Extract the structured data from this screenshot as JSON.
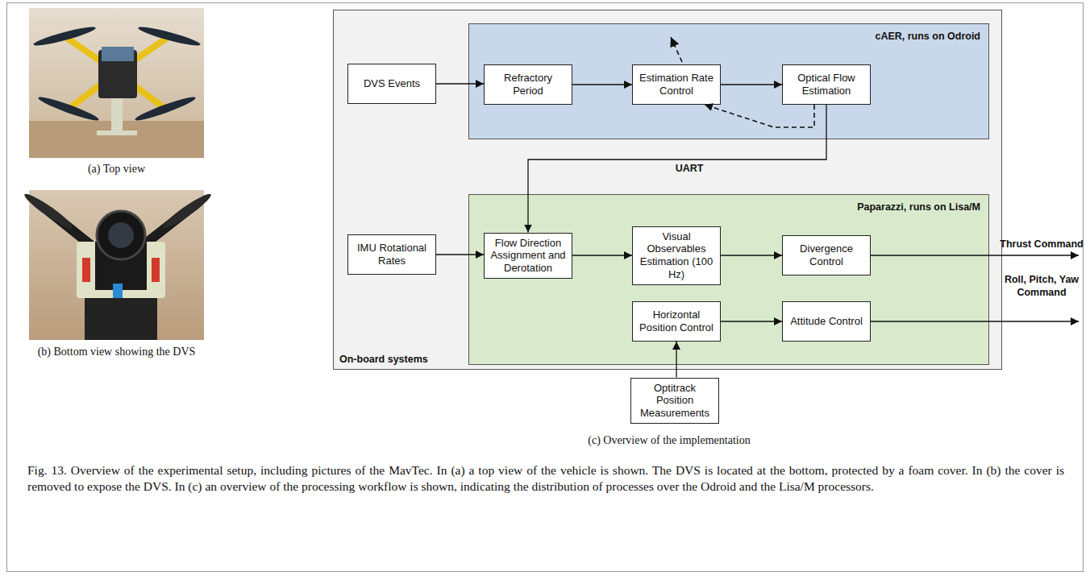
{
  "diagram": {
    "caption": "Fig. 13. Overview of the experimental setup, including pictures of the MavTec. In (a) a top view of the vehicle is shown. The DVS is located at the bottom, protected by a foam cover. In (b) the cover is removed to expose the DVS. In (c) an overview of the processing workflow is shown, indicating the distribution of processes over the Odroid and the Lisa/M processors.",
    "nodes": [
      {
        "text": [
          "On-board systems"
        ]
      },
      {
        "text": [
          "cAER, runs on Odroid"
        ],
        "in": 0
      },
      {
        "text": [
          "DVS Events"
        ],
        "in": 0
      },
      {
        "text": [
          "Refractory Period"
        ],
        "in": 1
      },
      {
        "text": [
          "Estimation Rate Control"
        ],
        "in": 1
      },
      {
        "text": [
          "Optical Flow Estimation"
        ],
        "in": 1
      },
      {
        "text": [
          "Paparazzi, runs on Lisa/M"
        ],
        "in": 0
      },
      {
        "text": [
          "IMU Rotational Rates"
        ],
        "in": 0
      },
      {
        "text": [
          "Flow Direction Assignment and Derotation"
        ],
        "in": 6
      },
      {
        "text": [
          "Visual Observables Estimation (100 Hz)"
        ],
        "in": 6
      },
      {
        "text": [
          "Divergence Control"
        ],
        "in": 6
      },
      {
        "text": [
          "Horizontal Position Control"
        ],
        "in": 6
      },
      {
        "text": [
          "Attitude Control"
        ],
        "in": 6
      },
      {
        "text": [
          "Optitrack Position Measurements"
        ]
      }
    ],
    "edges": [
      {
        "from": 2,
        "to": 3,
        "arrow": "to"
      },
      {
        "from": 3,
        "to": 4,
        "arrow": "to"
      },
      {
        "from": 4,
        "to": 5,
        "arrow": "to"
      },
      {
        "from": 5,
        "to": 8,
        "label": "UART",
        "arrow": "to"
      },
      {
        "from": 5,
        "to": 4,
        "arrow": "to"
      },
      {
        "from": 7,
        "to": 8,
        "arrow": "to"
      },
      {
        "from": 8,
        "to": 9,
        "arrow": "to"
      },
      {
        "from": 9,
        "to": 10,
        "arrow": "to"
      },
      {
        "from": 13,
        "to": 11,
        "arrow": "to"
      },
      {
        "from": 11,
        "to": 12,
        "arrow": "to"
      }
    ],
    "labels": [
      "(a) Top view",
      "(b) Bottom view showing the DVS",
      "(c) Overview of the implementation",
      "Thrust Command",
      "Roll, Pitch, Yaw Command"
    ]
  }
}
